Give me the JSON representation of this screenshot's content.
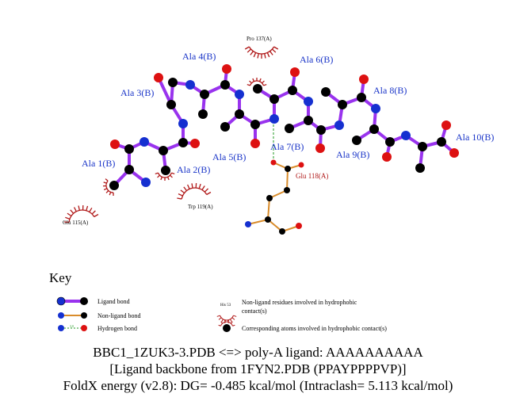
{
  "colors": {
    "ligand_bond": "#9933ee",
    "nonligand_bond": "#d98c2b",
    "hbond": "#229922",
    "carbon": "#000000",
    "nitrogen": "#1530d0",
    "oxygen": "#dd1111",
    "residue_label": "#1a35c8",
    "hydrophobic": "#b01818"
  },
  "ligand_residues": [
    "Ala 1(B)",
    "Ala 2(B)",
    "Ala 3(B)",
    "Ala 4(B)",
    "Ala 5(B)",
    "Ala 6(B)",
    "Ala 7(B)",
    "Ala 8(B)",
    "Ala 9(B)",
    "Ala 10(B)"
  ],
  "hydrophobic_residues": [
    "Pro 137(A)",
    "Trp 119(A)",
    "Glu 115(A)"
  ],
  "bonded_residue": "Glu 118(A)",
  "key": {
    "title": "Key",
    "ligand_bond": "Ligand bond",
    "nonligand_bond": "Non-ligand bond",
    "hydrogen_bond": "Hydrogen bond",
    "hydrophobic_example_label": "His 53",
    "hydrophobic_residues_line1": "Non-ligand residues involved in hydrophobic",
    "hydrophobic_residues_line2": "contact(s)",
    "hydrophobic_atoms": "Corresponding atoms involved in hydrophobic contact(s)",
    "hbond_distance_sample": "3.0"
  },
  "caption": {
    "line1": "BBC1_1ZUK3-3.PDB <=> poly-A ligand: AAAAAAAAAA",
    "line2": "[Ligand backbone from 1FYN2.PDB (PPAYPPPPVP)]",
    "line3": "FoldX energy (v2.8): DG= -0.485 kcal/mol (Intraclash= 5.113 kcal/mol)"
  }
}
